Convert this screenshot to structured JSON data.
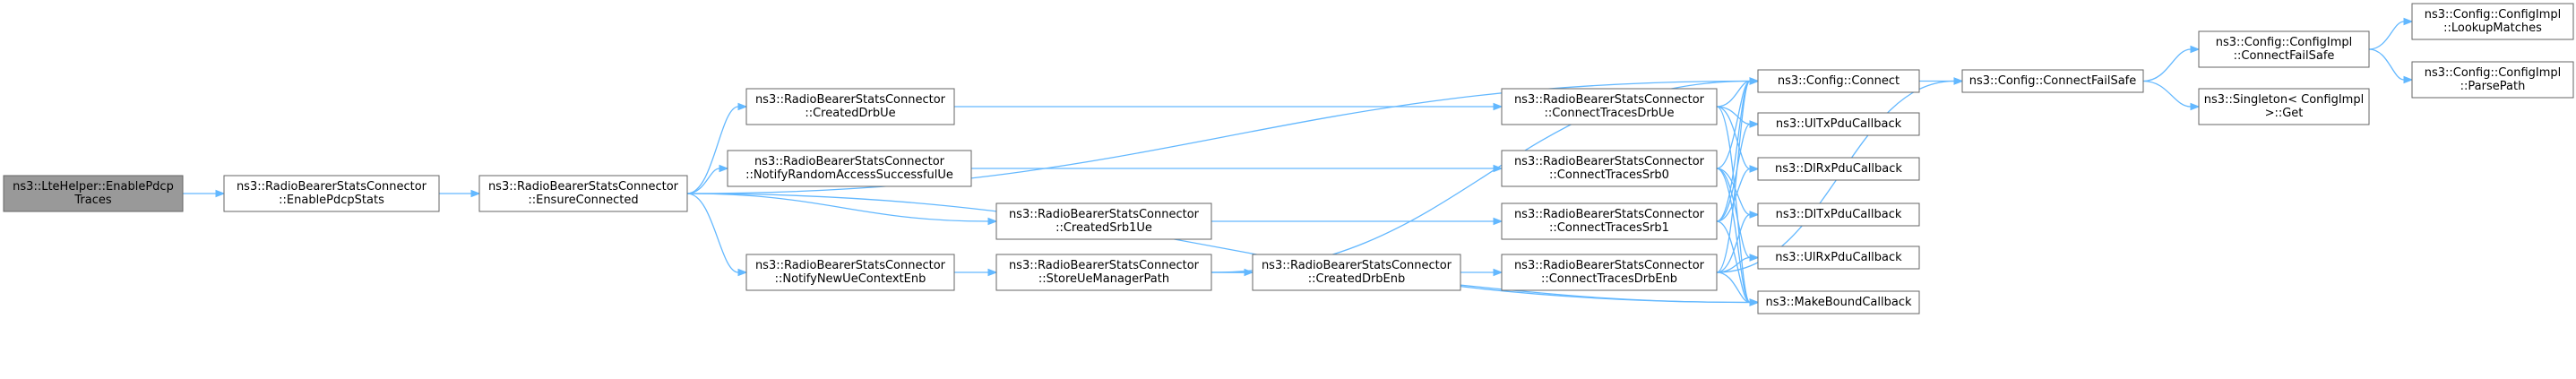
{
  "graph": {
    "nodes": [
      {
        "id": "lte",
        "lines": [
          "ns3::LteHelper::EnablePdcp",
          "Traces"
        ],
        "root": true
      },
      {
        "id": "enablePdcpStats",
        "lines": [
          "ns3::RadioBearerStatsConnector",
          "::EnablePdcpStats"
        ]
      },
      {
        "id": "ensureConnected",
        "lines": [
          "ns3::RadioBearerStatsConnector",
          "::EnsureConnected"
        ]
      },
      {
        "id": "createdDrbUe",
        "lines": [
          "ns3::RadioBearerStatsConnector",
          "::CreatedDrbUe"
        ]
      },
      {
        "id": "notifyRA",
        "lines": [
          "ns3::RadioBearerStatsConnector",
          "::NotifyRandomAccessSuccessfulUe"
        ]
      },
      {
        "id": "createdSrb1Ue",
        "lines": [
          "ns3::RadioBearerStatsConnector",
          "::CreatedSrb1Ue"
        ]
      },
      {
        "id": "notifyNewUe",
        "lines": [
          "ns3::RadioBearerStatsConnector",
          "::NotifyNewUeContextEnb"
        ]
      },
      {
        "id": "storeUe",
        "lines": [
          "ns3::RadioBearerStatsConnector",
          "::StoreUeManagerPath"
        ]
      },
      {
        "id": "createdDrbEnb",
        "lines": [
          "ns3::RadioBearerStatsConnector",
          "::CreatedDrbEnb"
        ]
      },
      {
        "id": "ctDrbUe",
        "lines": [
          "ns3::RadioBearerStatsConnector",
          "::ConnectTracesDrbUe"
        ]
      },
      {
        "id": "ctSrb0",
        "lines": [
          "ns3::RadioBearerStatsConnector",
          "::ConnectTracesSrb0"
        ]
      },
      {
        "id": "ctSrb1",
        "lines": [
          "ns3::RadioBearerStatsConnector",
          "::ConnectTracesSrb1"
        ]
      },
      {
        "id": "ctDrbEnb",
        "lines": [
          "ns3::RadioBearerStatsConnector",
          "::ConnectTracesDrbEnb"
        ]
      },
      {
        "id": "cfgConnect",
        "lines": [
          "ns3::Config::Connect"
        ]
      },
      {
        "id": "ulTx",
        "lines": [
          "ns3::UlTxPduCallback"
        ]
      },
      {
        "id": "dlRx",
        "lines": [
          "ns3::DlRxPduCallback"
        ]
      },
      {
        "id": "dlTx",
        "lines": [
          "ns3::DlTxPduCallback"
        ]
      },
      {
        "id": "ulRx",
        "lines": [
          "ns3::UlRxPduCallback"
        ]
      },
      {
        "id": "makeBound",
        "lines": [
          "ns3::MakeBoundCallback"
        ]
      },
      {
        "id": "connectFailSafe",
        "lines": [
          "ns3::Config::ConnectFailSafe"
        ]
      },
      {
        "id": "implConnectFailSafe",
        "lines": [
          "ns3::Config::ConfigImpl",
          "::ConnectFailSafe"
        ]
      },
      {
        "id": "singletonGet",
        "lines": [
          "ns3::Singleton< ConfigImpl",
          " >::Get"
        ]
      },
      {
        "id": "lookupMatches",
        "lines": [
          "ns3::Config::ConfigImpl",
          "::LookupMatches"
        ]
      },
      {
        "id": "parsePath",
        "lines": [
          "ns3::Config::ConfigImpl",
          "::ParsePath"
        ]
      }
    ],
    "edges": [
      [
        "lte",
        "enablePdcpStats"
      ],
      [
        "enablePdcpStats",
        "ensureConnected"
      ],
      [
        "ensureConnected",
        "cfgConnect"
      ],
      [
        "ensureConnected",
        "createdDrbUe"
      ],
      [
        "ensureConnected",
        "notifyRA"
      ],
      [
        "ensureConnected",
        "createdSrb1Ue"
      ],
      [
        "ensureConnected",
        "notifyNewUe"
      ],
      [
        "ensureConnected",
        "makeBound"
      ],
      [
        "createdDrbUe",
        "ctDrbUe"
      ],
      [
        "notifyRA",
        "ctSrb0"
      ],
      [
        "createdSrb1Ue",
        "ctSrb1"
      ],
      [
        "notifyNewUe",
        "storeUe"
      ],
      [
        "storeUe",
        "cfgConnect"
      ],
      [
        "storeUe",
        "createdDrbEnb"
      ],
      [
        "storeUe",
        "makeBound"
      ],
      [
        "createdDrbEnb",
        "ctDrbEnb"
      ],
      [
        "ctDrbUe",
        "cfgConnect"
      ],
      [
        "ctDrbUe",
        "ulTx"
      ],
      [
        "ctDrbUe",
        "dlRx"
      ],
      [
        "ctDrbUe",
        "makeBound"
      ],
      [
        "ctSrb0",
        "cfgConnect"
      ],
      [
        "ctSrb0",
        "dlTx"
      ],
      [
        "ctSrb0",
        "ulRx"
      ],
      [
        "ctSrb0",
        "makeBound"
      ],
      [
        "ctSrb1",
        "cfgConnect"
      ],
      [
        "ctSrb1",
        "ulTx"
      ],
      [
        "ctSrb1",
        "dlRx"
      ],
      [
        "ctSrb1",
        "makeBound"
      ],
      [
        "ctDrbEnb",
        "cfgConnect"
      ],
      [
        "ctDrbEnb",
        "dlTx"
      ],
      [
        "ctDrbEnb",
        "ulRx"
      ],
      [
        "ctDrbEnb",
        "makeBound"
      ],
      [
        "ctDrbEnb",
        "connectFailSafe"
      ],
      [
        "cfgConnect",
        "connectFailSafe"
      ],
      [
        "connectFailSafe",
        "implConnectFailSafe"
      ],
      [
        "connectFailSafe",
        "singletonGet"
      ],
      [
        "implConnectFailSafe",
        "lookupMatches"
      ],
      [
        "implConnectFailSafe",
        "parsePath"
      ]
    ]
  },
  "colors": {
    "edge": "#63b8ff",
    "root_fill": "#999999",
    "node_border": "#666666"
  }
}
